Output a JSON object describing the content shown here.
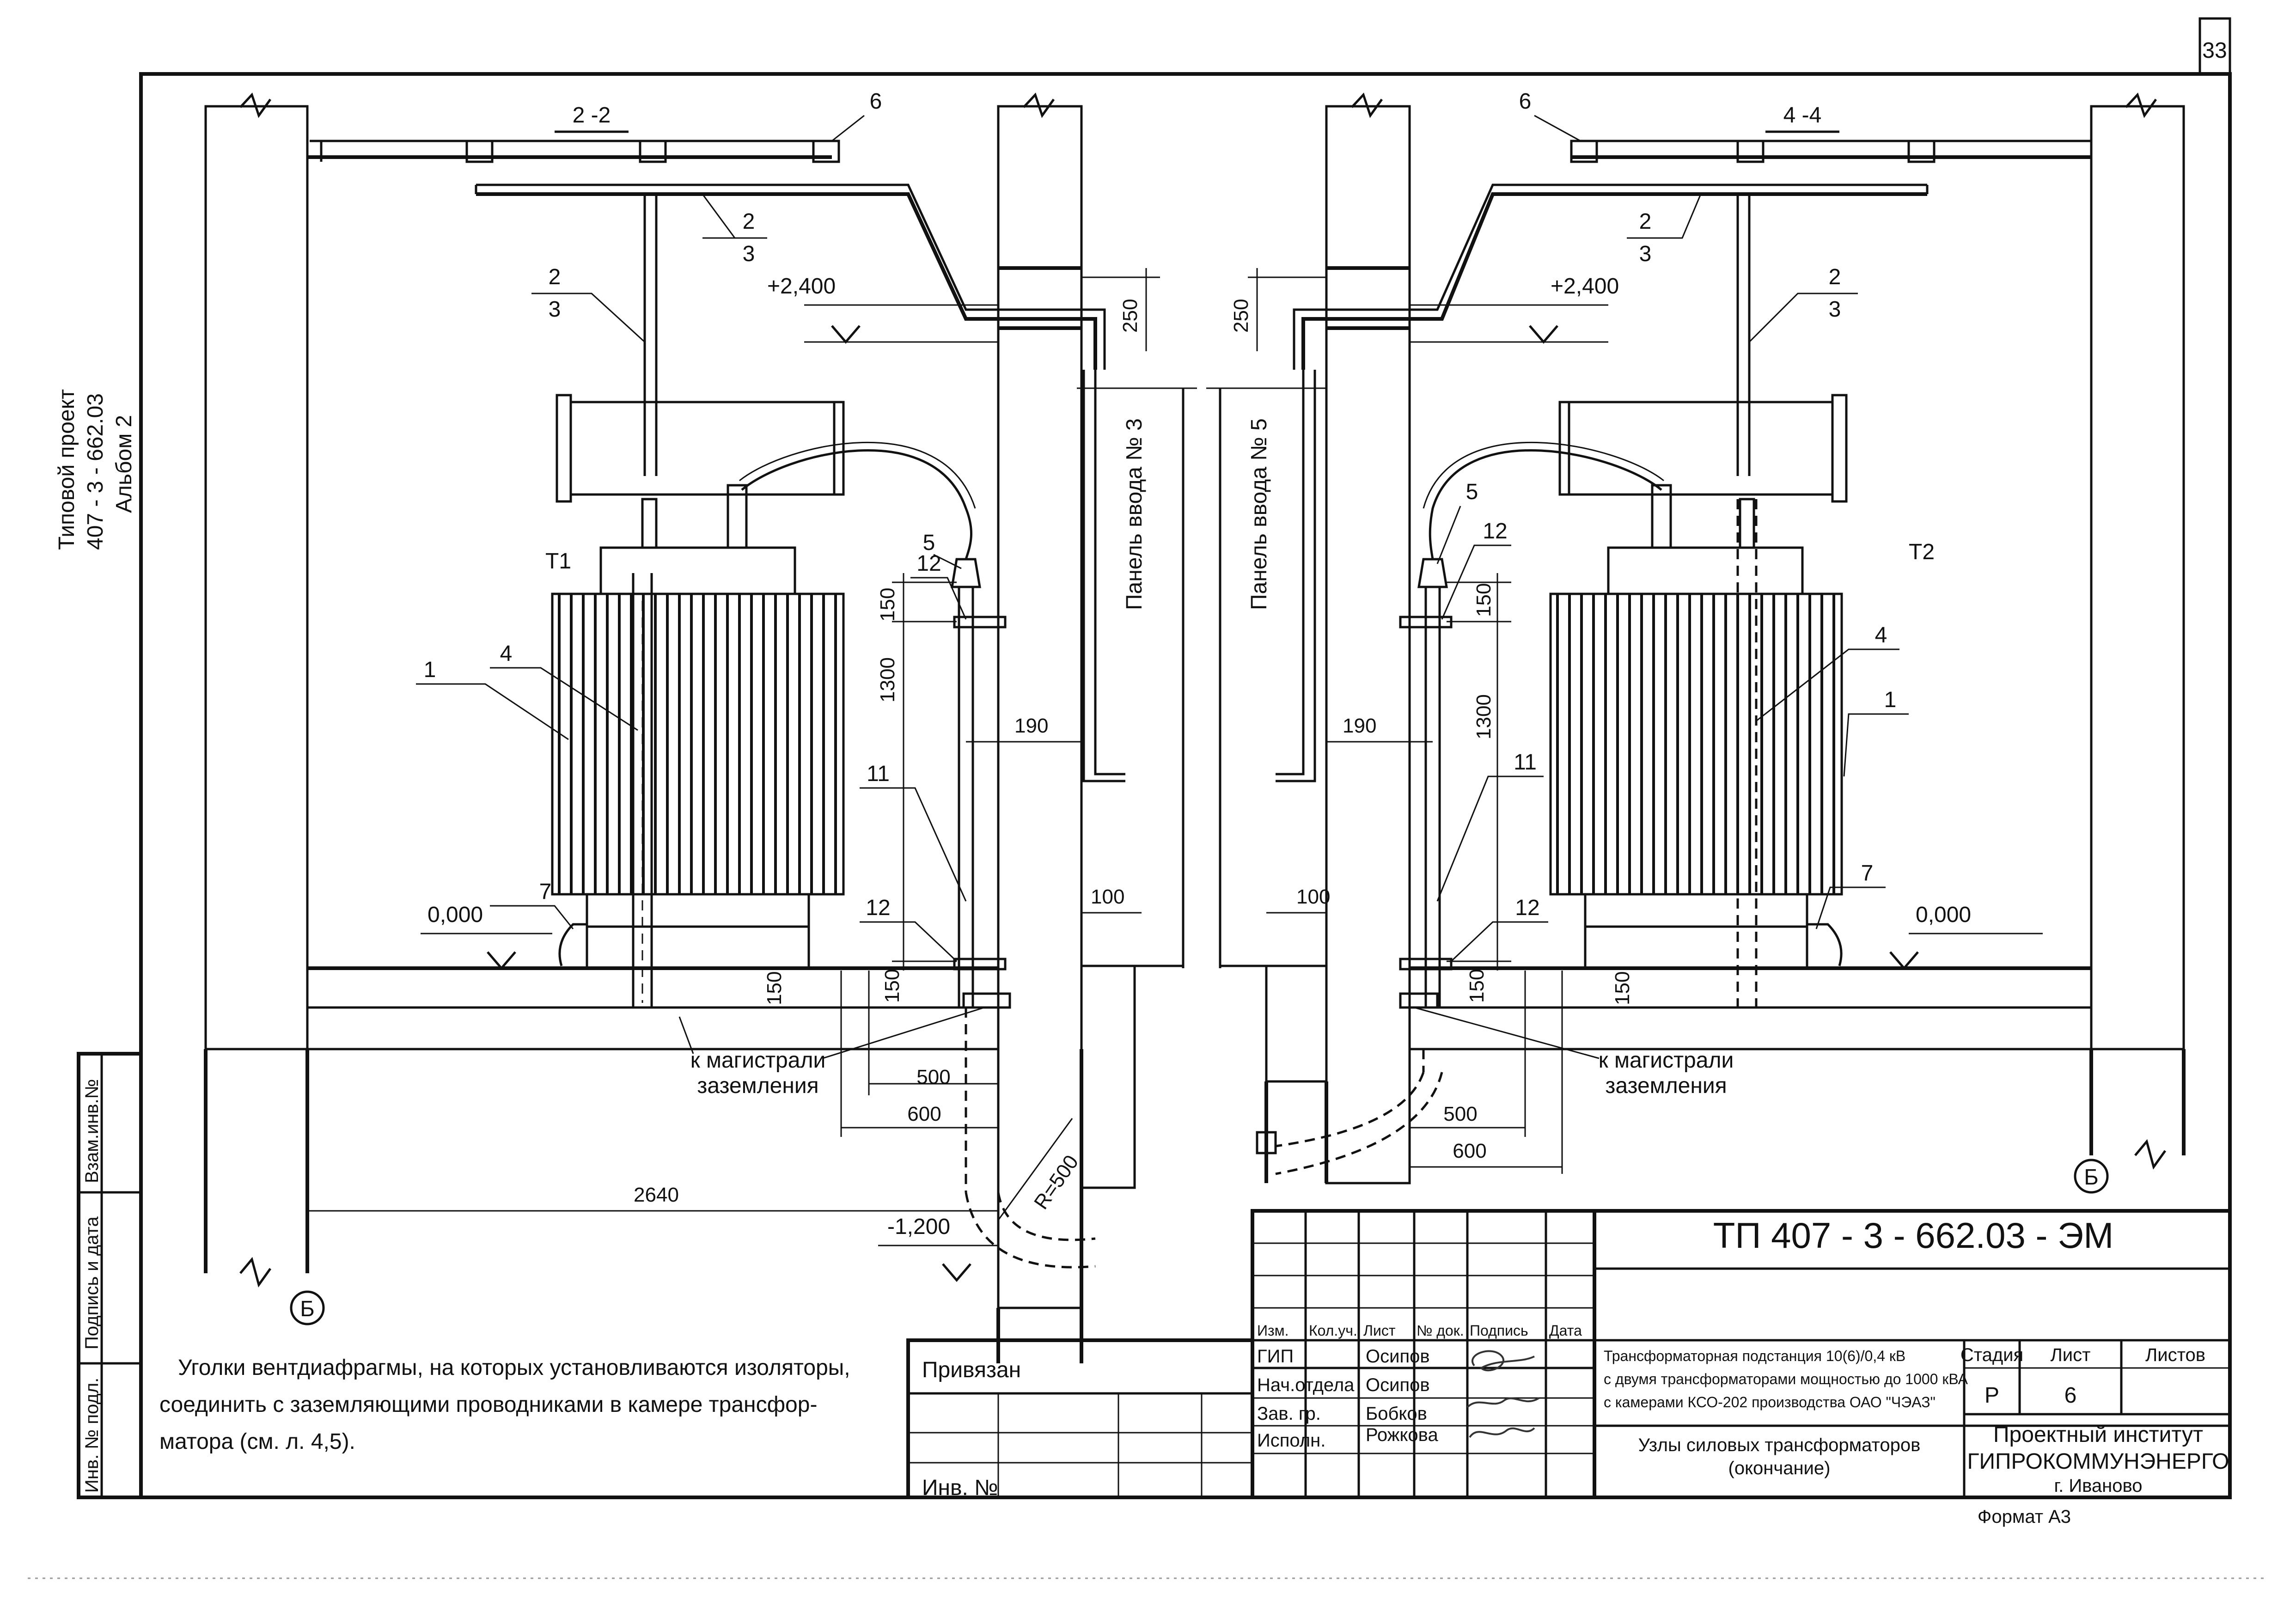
{
  "sheet": {
    "sheet_number": "33",
    "side_stamp": {
      "line1": "Типовой проект",
      "line2": "407 - 3 - 662.03",
      "line3": "Альбом 2"
    },
    "left_column": {
      "vzam": "Взам.инв.№",
      "podpis": "Подпись и дата",
      "inv_podl": "Инв. № подл."
    }
  },
  "drawing": {
    "section_left": "2 -2",
    "section_right": "4 -4",
    "transformer_left": "T1",
    "transformer_right": "T2",
    "panel_left": "Панель ввода № 3",
    "panel_right": "Панель ввода № 5",
    "grounding_label_1": "к магистрали",
    "grounding_label_2": "заземления",
    "axis_label": "Б",
    "elevations": {
      "top": "+2,400",
      "floor": "0,000",
      "pit": "-1,200"
    },
    "callouts": {
      "c1": "1",
      "c2": "2",
      "c3": "3",
      "c4": "4",
      "c5": "5",
      "c6": "6",
      "c7": "7",
      "c11": "11",
      "c12": "12"
    },
    "dimensions": {
      "d250": "250",
      "d150": "150",
      "d1300": "1300",
      "d190": "190",
      "d100": "100",
      "d500": "500",
      "d600": "600",
      "d2640": "2640",
      "r500": "R=500"
    }
  },
  "note": {
    "line1": "Уголки вентдиафрагмы, на которых установливаются изоляторы,",
    "line2": "соединить с заземляющими проводниками в камере трансфор-",
    "line3": "матора (см. л. 4,5)."
  },
  "title_block": {
    "code": "ТП  407 - 3 - 662.03 - ЭМ",
    "privyazan": "Привязан",
    "inv_no": "Инв. №",
    "headers": [
      "Изм.",
      "Кол.уч.",
      "Лист",
      "№ док.",
      "Подпись",
      "Дата"
    ],
    "roles": [
      {
        "role": "ГИП",
        "name": "Осипов"
      },
      {
        "role": "Нач.отдела",
        "name": "Осипов"
      },
      {
        "role": "Зав. гр.",
        "name": "Бобков"
      },
      {
        "role": "Исполн.",
        "name": "Рожкова"
      }
    ],
    "description_1": "Трансформаторная подстанция 10(6)/0,4 кВ",
    "description_2": "с двумя трансформаторами мощностью до 1000 кВА",
    "description_3": "с камерами КСО-202 производства ОАО \"ЧЭАЗ\"",
    "sheet_title_1": "Узлы силовых трансформаторов",
    "sheet_title_2": "(окончание)",
    "stage_header": "Стадия",
    "sheet_header": "Лист",
    "sheets_header": "Листов",
    "stage": "Р",
    "sheet": "6",
    "sheets": "",
    "institute_1": "Проектный институт",
    "institute_2": "ГИПРОКОММУНЭНЕРГО",
    "institute_3": "г. Иваново",
    "format": "Формат А3"
  }
}
